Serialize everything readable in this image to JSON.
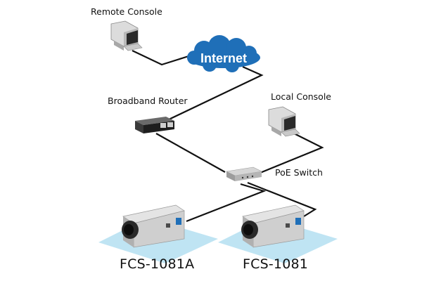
{
  "labels": {
    "remote_console": "Remote Console",
    "internet": "Internet",
    "broadband_router": "Broadband Router",
    "local_console": "Local Console",
    "poe_switch": "PoE Switch",
    "camera_a": "FCS-1081A",
    "camera_b": "FCS-1081"
  },
  "colors": {
    "cloud_fill": "#1f6fb8",
    "cable": "#111111",
    "platform": "#bfe4f3"
  }
}
